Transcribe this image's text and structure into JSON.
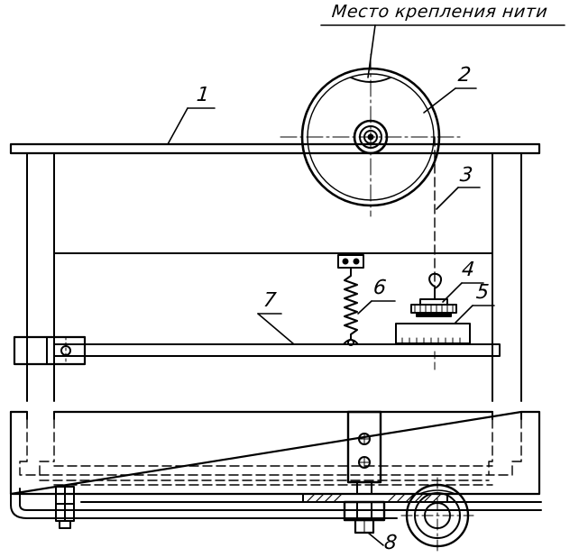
{
  "drawing": {
    "title": "Место крепления нити",
    "callouts": [
      {
        "id": "1",
        "label": "1"
      },
      {
        "id": "2",
        "label": "2"
      },
      {
        "id": "3",
        "label": "3"
      },
      {
        "id": "4",
        "label": "4"
      },
      {
        "id": "5",
        "label": "5"
      },
      {
        "id": "6",
        "label": "6"
      },
      {
        "id": "7",
        "label": "7"
      },
      {
        "id": "8",
        "label": "8"
      }
    ],
    "colors": {
      "ink": "#000000",
      "paper": "#ffffff"
    }
  }
}
